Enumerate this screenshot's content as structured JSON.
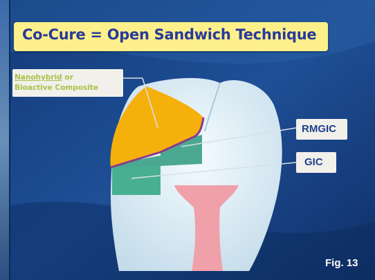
{
  "title": "Co-Cure = Open Sandwich Technique",
  "labels": {
    "composite_line1_underlined": "Nanohybrid",
    "composite_line1_rest": " or",
    "composite_line2": "Bioactive Composite",
    "rmgic": "RMGIC",
    "gic": "GIC"
  },
  "figure_caption": "Fig. 13",
  "colors": {
    "background": "#1f4f96",
    "title_box": "#fdf08a",
    "title_text": "#2a3a9a",
    "composite_label_text": "#a8c24a",
    "label_box": "#f2f0ea",
    "label_text": "#1e3f8f",
    "composite": "#f6b00c",
    "rmgic_layer": "#4aa890",
    "gic_layer": "#48b090",
    "tooth_enamel": "#d4e8f2",
    "pulp": "#f0a0a8",
    "bonding_line": "#8a3a8a"
  }
}
